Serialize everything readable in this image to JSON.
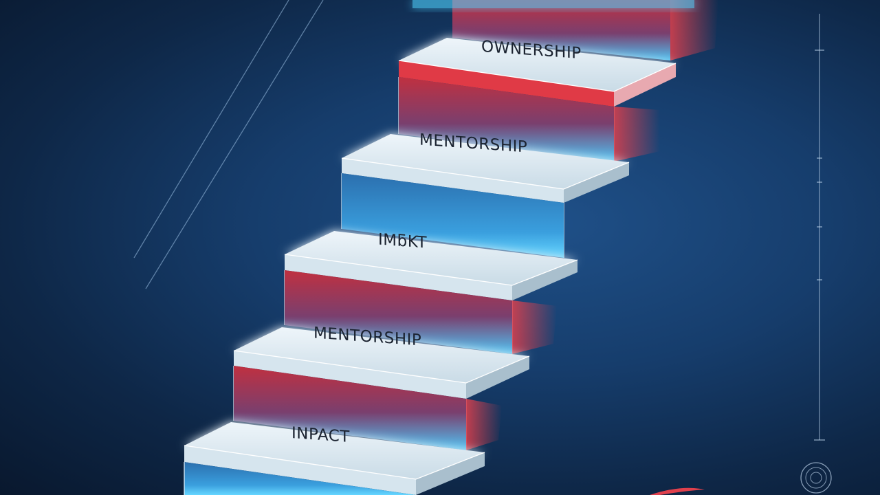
{
  "steps": [
    {
      "label": "INPACT"
    },
    {
      "label": "MENTORSHIP"
    },
    {
      "label": "IMƃKT"
    },
    {
      "label": "MENTORSHIP"
    },
    {
      "label": "OWNERSHIP"
    }
  ],
  "colors": {
    "background": "#163d6c",
    "tread": "#dce9f1",
    "glow": "#4fd2ff",
    "accent_red": "#e03a46"
  },
  "icons": {
    "side_gauge": "vertical-ruler-icon",
    "corner_badge": "target-ring-icon"
  }
}
